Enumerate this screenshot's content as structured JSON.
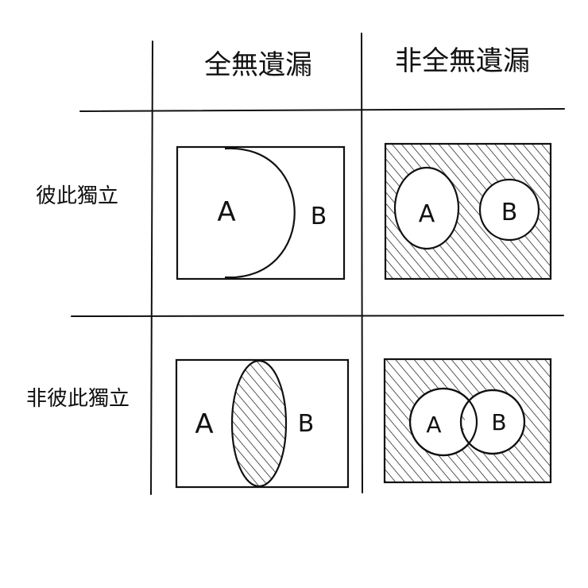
{
  "columns": [
    "全無遺漏",
    "非全無遺漏"
  ],
  "rows": [
    "彼此獨立",
    "非彼此獨立"
  ],
  "cells": {
    "r1c1": {
      "a": "A",
      "b": "B"
    },
    "r1c2": {
      "a": "A",
      "b": "B"
    },
    "r2c1": {
      "a": "A",
      "b": "B"
    },
    "r2c2": {
      "a": "A",
      "b": "B"
    }
  },
  "colors": {
    "ink": "#111111",
    "paper": "#ffffff"
  }
}
